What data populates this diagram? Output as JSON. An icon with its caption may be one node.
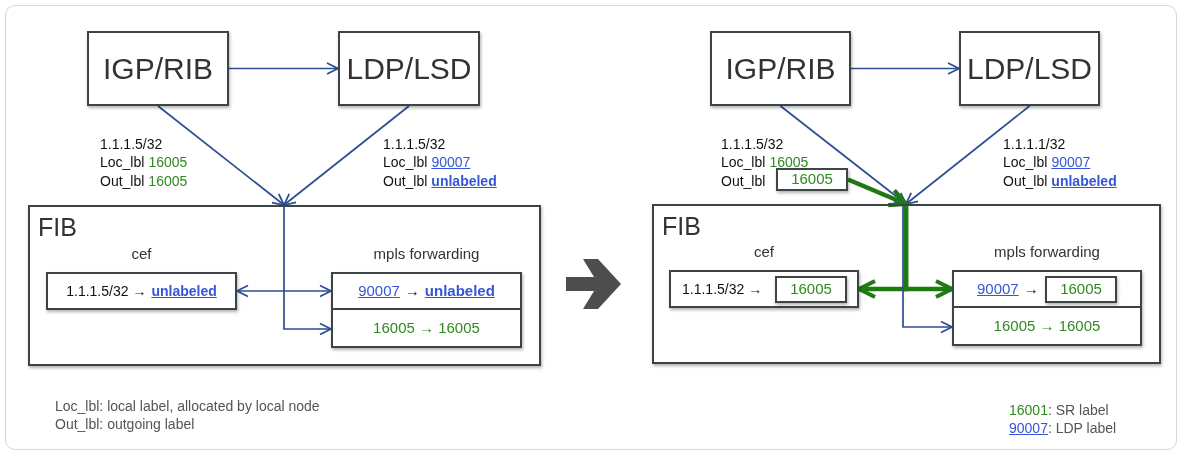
{
  "diagram": {
    "nodes": [
      {
        "text": [
          "IGP/RIB"
        ]
      },
      {
        "text": [
          "LDP/LSD"
        ]
      },
      {
        "text": [
          "FIB"
        ]
      },
      {
        "text": [
          "cef",
          "1.1.1.5/32 →",
          "unlabeled"
        ],
        "in": 2
      },
      {
        "text": [
          "mpls forwarding"
        ],
        "in": 2
      },
      {
        "text": [
          "90007",
          "→",
          "unlabeled"
        ],
        "in": 4
      },
      {
        "text": [
          "16005 → 16005"
        ],
        "in": 4
      },
      {
        "text": [
          "IGP/RIB"
        ]
      },
      {
        "text": [
          "LDP/LSD"
        ]
      },
      {
        "text": [
          "16005"
        ]
      },
      {
        "text": [
          "FIB"
        ]
      },
      {
        "text": [
          "cef",
          "1.1.1.5/32 →"
        ],
        "in": 10
      },
      {
        "text": [
          "16005"
        ],
        "in": 11
      },
      {
        "text": [
          "mpls forwarding"
        ],
        "in": 10
      },
      {
        "text": [
          "90007",
          "→"
        ],
        "in": 13
      },
      {
        "text": [
          "16005"
        ],
        "in": 14
      },
      {
        "text": [
          "16005 → 16005"
        ],
        "in": 13
      }
    ],
    "edges": [
      {
        "from": 0,
        "to": 1,
        "arrow": "to"
      },
      {
        "from": 0,
        "to": 2,
        "arrow": "to"
      },
      {
        "from": 1,
        "to": 2,
        "arrow": "to"
      },
      {
        "from": 3,
        "to": 5,
        "arrow": "both"
      },
      {
        "from": null,
        "to": 6,
        "arrow": "to"
      },
      {
        "from": 7,
        "to": 8,
        "arrow": "to"
      },
      {
        "from": 7,
        "to": 10,
        "arrow": "to"
      },
      {
        "from": 8,
        "to": 10,
        "arrow": "to"
      },
      {
        "from": 9,
        "to": 10,
        "arrow": "to",
        "style": "thick",
        "color": "#1f7a12"
      },
      {
        "from": null,
        "to": 11,
        "arrow": "to",
        "style": "thick",
        "color": "#1f7a12"
      },
      {
        "from": null,
        "to": 14,
        "arrow": "to",
        "style": "thick",
        "color": "#1f7a12"
      },
      {
        "from": null,
        "to": 16,
        "arrow": "to"
      }
    ],
    "labels": [
      "1.1.1.5/32",
      "Loc_lbl",
      "16005",
      "Out_lbl",
      "16005",
      "1.1.1.5/32",
      "Loc_lbl",
      "90007",
      "Out_lbl",
      "unlabeled",
      "1.1.1.5/32",
      "Loc_lbl",
      "16005",
      "Out_lbl",
      "1.1.1.1/32",
      "Loc_lbl",
      "90007",
      "Out_lbl",
      "unlabeled",
      "Loc_lbl: local label, allocated by local node",
      "Out_lbl: outgoing label",
      "16001",
      ": SR label",
      "90007",
      ": LDP label"
    ]
  }
}
